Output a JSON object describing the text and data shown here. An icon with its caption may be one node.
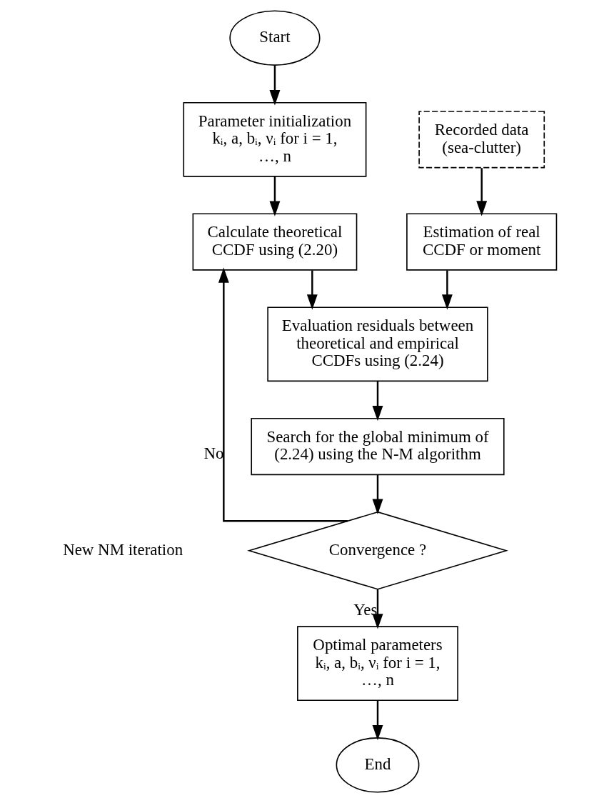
{
  "diagram": {
    "nodes": [
      {
        "text": [
          "Start"
        ]
      },
      {
        "text": [
          "Parameter initialization",
          "kᵢ, a, bᵢ, νᵢ for i = 1, …, n"
        ]
      },
      {
        "text": [
          "Recorded data (sea-clutter)"
        ]
      },
      {
        "text": [
          "Calculate theoretical CCDF using (2.20)"
        ]
      },
      {
        "text": [
          "Estimation of real CCDF or moment"
        ]
      },
      {
        "text": [
          "Evaluation residuals between theoretical and empirical CCDFs using (2.24)"
        ]
      },
      {
        "text": [
          "Search for the global minimum of (2.24) using the N-M algorithm"
        ]
      },
      {
        "text": [
          "Convergence ?"
        ]
      },
      {
        "text": [
          "Optimal parameters",
          "kᵢ, a, bᵢ, νᵢ for i = 1, …, n"
        ]
      },
      {
        "text": [
          "End"
        ]
      }
    ],
    "edges": [
      {
        "from": 0,
        "to": 1,
        "arrow": "to"
      },
      {
        "from": 1,
        "to": 3,
        "arrow": "to"
      },
      {
        "from": 2,
        "to": 4,
        "arrow": "to"
      },
      {
        "from": 3,
        "to": 5,
        "arrow": "to"
      },
      {
        "from": 4,
        "to": 5,
        "arrow": "to"
      },
      {
        "from": 5,
        "to": 6,
        "arrow": "to"
      },
      {
        "from": 6,
        "to": 7,
        "arrow": "to"
      },
      {
        "from": 7,
        "to": 3,
        "arrow": "to",
        "label": "No"
      },
      {
        "from": 7,
        "to": 8,
        "arrow": "to",
        "label": "Yes"
      },
      {
        "from": 8,
        "to": 9,
        "arrow": "to"
      }
    ],
    "labels": [
      "New NM iteration"
    ]
  }
}
